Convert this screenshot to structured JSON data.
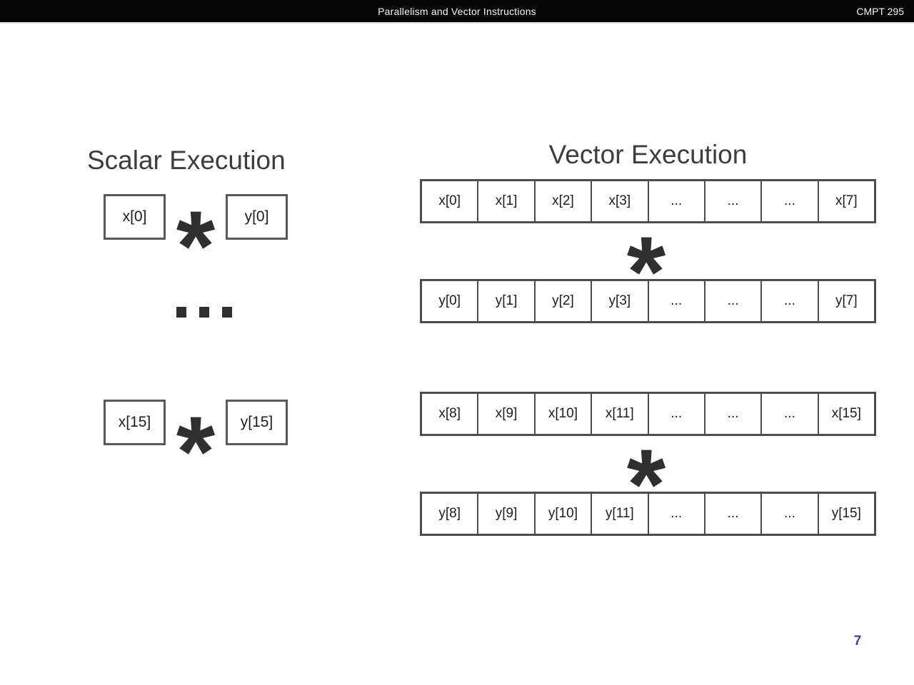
{
  "header": {
    "title": "Parallelism and Vector Instructions",
    "course": "CMPT 295"
  },
  "scalar": {
    "heading": "Scalar Execution",
    "ellipsis": "...",
    "pairs": [
      {
        "left": "x[0]",
        "operator": "*",
        "right": "y[0]"
      },
      {
        "left": "x[15]",
        "operator": "*",
        "right": "y[15]"
      }
    ]
  },
  "vector": {
    "heading": "Vector Execution",
    "operations": [
      {
        "operator": "*",
        "top_cells": [
          "x[0]",
          "x[1]",
          "x[2]",
          "x[3]",
          "...",
          "...",
          "...",
          "x[7]"
        ],
        "bottom_cells": [
          "y[0]",
          "y[1]",
          "y[2]",
          "y[3]",
          "...",
          "...",
          "...",
          "y[7]"
        ]
      },
      {
        "operator": "*",
        "top_cells": [
          "x[8]",
          "x[9]",
          "x[10]",
          "x[11]",
          "...",
          "...",
          "...",
          "x[15]"
        ],
        "bottom_cells": [
          "y[8]",
          "y[9]",
          "y[10]",
          "y[11]",
          "...",
          "...",
          "...",
          "y[15]"
        ]
      }
    ]
  },
  "page_number": "7",
  "colors": {
    "header_bar": "#060606",
    "header_text": "#f5f5f5",
    "heading_text": "#3d3d3d",
    "box_border": "#4c4c4c",
    "cell_text": "#1d1d1d",
    "operator": "#2f2f2f",
    "page_number": "#4b3d8f"
  }
}
